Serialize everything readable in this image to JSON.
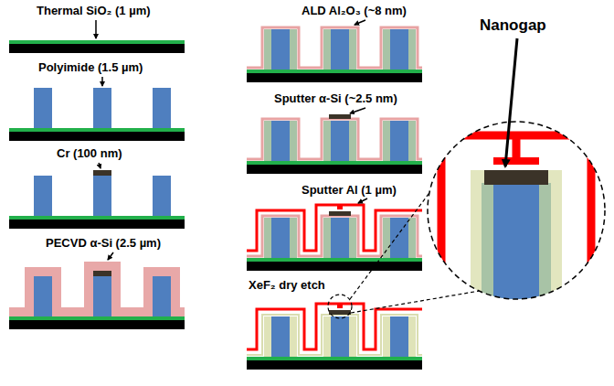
{
  "diagram": {
    "labels": [
      "Thermal SiO₂ (1 µm)",
      "Polyimide (1.5 µm)",
      "Cr (100 nm)",
      "PECVD α-Si (2.5 µm)",
      "ALD Al₂O₃ (~8 nm)",
      "Sputter α-Si (~2.5 nm)",
      "Sputter Al (1 µm)",
      "XeF₂ dry etch",
      "Nanogap"
    ]
  }
}
